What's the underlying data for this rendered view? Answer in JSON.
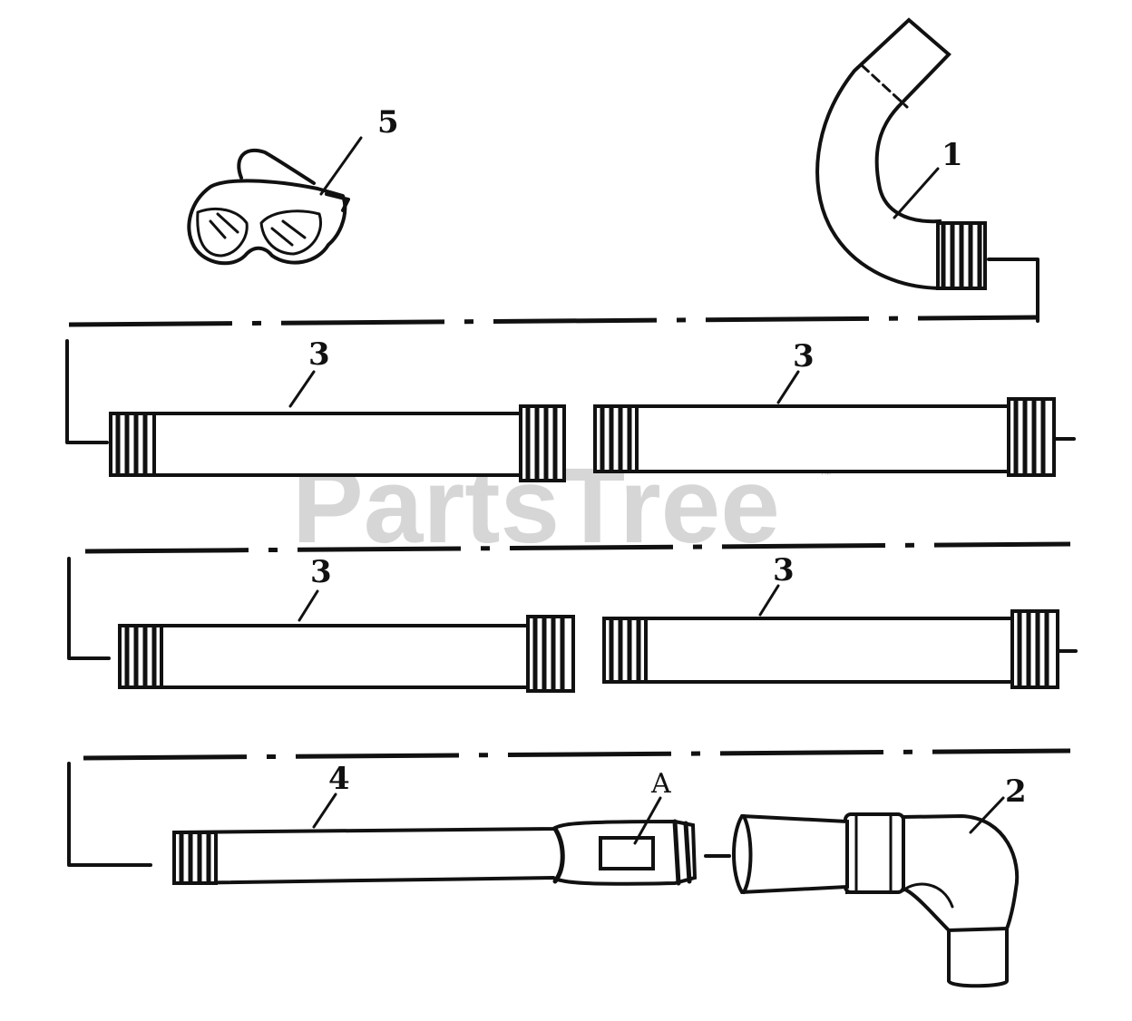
{
  "watermark": {
    "text": "PartsTree",
    "trademark": "™"
  },
  "callouts": {
    "part_1": "1",
    "part_2": "2",
    "part_3_a": "3",
    "part_3_b": "3",
    "part_3_c": "3",
    "part_3_d": "3",
    "part_4": "4",
    "part_5": "5",
    "label_a": "A"
  },
  "colors": {
    "ink": "#111111",
    "paper": "#ffffff",
    "watermark": "#c9c9c9"
  }
}
